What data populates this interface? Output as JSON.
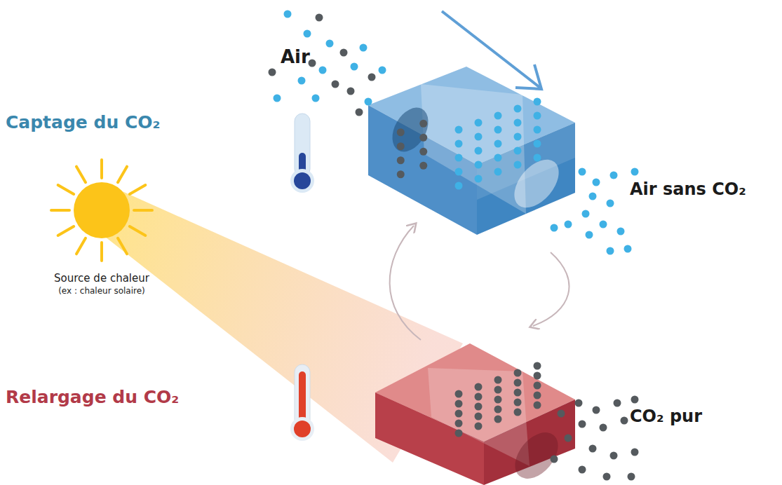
{
  "diagram": {
    "labels": [
      "Air",
      "Captage du CO₂",
      "Air sans CO₂",
      "Source de chaleur",
      "(ex : chaleur solaire)",
      "Relargage du CO₂",
      "CO₂ pur"
    ]
  }
}
